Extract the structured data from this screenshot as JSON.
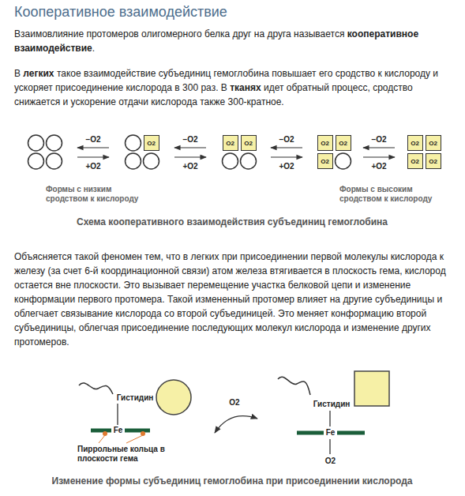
{
  "diagram": {
    "title": "Кооперативное взаимодействие",
    "nodes": [
      {
        "text": [
          "O2"
        ]
      },
      {
        "text": [
          "O2"
        ]
      },
      {
        "text": [
          "O2"
        ]
      },
      {
        "text": [
          "O2"
        ]
      },
      {
        "text": [
          "O2"
        ]
      },
      {
        "text": [
          "O2"
        ]
      },
      {
        "text": [
          "O2"
        ]
      },
      {
        "text": [
          "O2"
        ]
      },
      {
        "text": [
          "O2"
        ]
      },
      {
        "text": [
          "O2"
        ]
      }
    ],
    "labels": [
      "Взаимовлияние протомеров олигомерного белка друг на друга называется ",
      "кооперативное взаимодействие",
      ".",
      "В ",
      "легких",
      " такое взаимодействие субъединиц гемоглобина повышает его сродство к кислороду и ускоряет присоединение кислорода в 300 раз. В ",
      "тканях",
      " идет обратный процесс, сродство снижается и ускорение отдачи кислорода также 300-кратное.",
      "−O2",
      "+O2",
      "−O2",
      "+O2",
      "−O2",
      "+O2",
      "−O2",
      "+O2",
      "Формы с низким сродством к кислороду",
      "Формы с высоким сродством к кислороду",
      "Схема кооперативного взаимодействия субъединиц гемоглобина",
      "Объясняется такой феномен тем, что в легких при присоединении первой молекулы кислорода к железу (за счет 6-й координационной связи) атом железа втягивается в плоскость гема, кислород остается вне плоскости. Это вызывает перемещение участка белковой цепи и изменение конформации первого протомера. Такой измененный протомер влияет на другие субъединицы и облегчает связывание кислорода со второй субъединицей. Это меняет конформацию второй субъединицы, облегчая присоединение последующих молекул кислорода и изменение других протомеров.",
      "Гистидин",
      "Fe",
      "Пиррольные кольца в плоскости гема",
      "O2",
      "Гистидин",
      "Fe",
      "O2",
      "Изменение формы субъединиц гемоглобина при присоединении кислорода"
    ]
  }
}
